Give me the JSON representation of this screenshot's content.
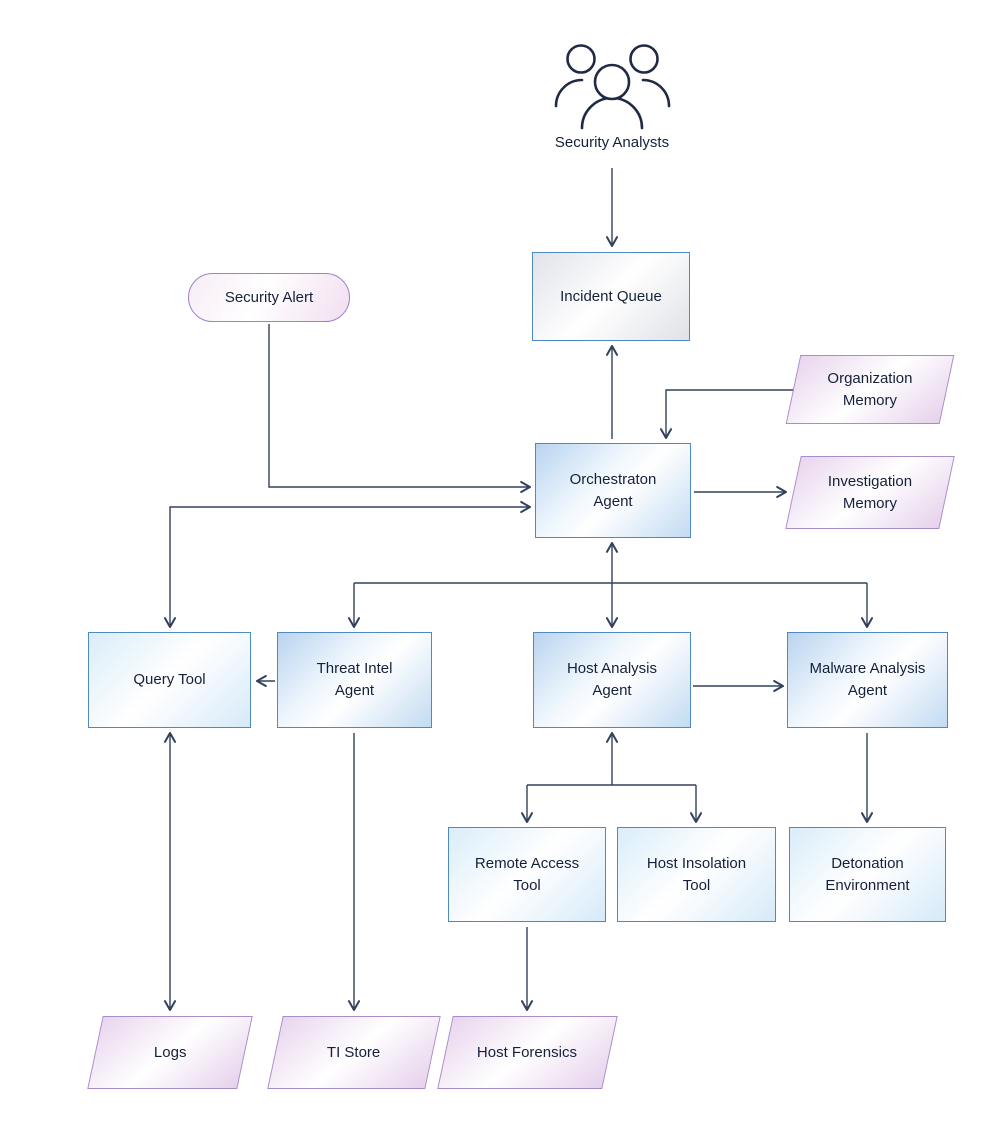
{
  "diagram": {
    "type": "flowchart",
    "nodes": {
      "security_analysts": "Security Analysts",
      "incident_queue": "Incident Queue",
      "orchestration_agent": "Orchestraton Agent",
      "security_alert": "Security Alert",
      "organization_memory": "Organization Memory",
      "investigation_memory": "Investigation Memory",
      "query_tool": "Query Tool",
      "threat_intel_agent": "Threat Intel Agent",
      "host_analysis_agent": "Host Analysis Agent",
      "malware_analysis_agent": "Malware Analysis Agent",
      "remote_access_tool": "Remote Access Tool",
      "host_isolation_tool": "Host Insolation Tool",
      "detonation_environment": "Detonation Environment",
      "logs": "Logs",
      "ti_store": "TI Store",
      "host_forensics": "Host Forensics"
    },
    "edges": [
      {
        "from": "Security Analysts",
        "to": "Incident Queue",
        "direction": "one-way"
      },
      {
        "from": "Orchestraton Agent",
        "to": "Incident Queue",
        "direction": "one-way"
      },
      {
        "from": "Organization Memory",
        "to": "Orchestraton Agent",
        "direction": "one-way"
      },
      {
        "from": "Orchestraton Agent",
        "to": "Investigation Memory",
        "direction": "one-way"
      },
      {
        "from": "Security Alert",
        "to": "Orchestraton Agent",
        "direction": "one-way"
      },
      {
        "from": "Orchestraton Agent",
        "to": "Query Tool",
        "direction": "two-way"
      },
      {
        "from": "Orchestraton Agent",
        "to": "Threat Intel Agent",
        "direction": "one-way"
      },
      {
        "from": "Orchestraton Agent",
        "to": "Host Analysis Agent",
        "direction": "two-way"
      },
      {
        "from": "Orchestraton Agent",
        "to": "Malware Analysis Agent",
        "direction": "one-way"
      },
      {
        "from": "Threat Intel Agent",
        "to": "Query Tool",
        "direction": "one-way"
      },
      {
        "from": "Host Analysis Agent",
        "to": "Malware Analysis Agent",
        "direction": "one-way"
      },
      {
        "from": "Host Analysis Agent",
        "to": "Remote Access Tool",
        "direction": "two-way"
      },
      {
        "from": "Host Analysis Agent",
        "to": "Host Insolation Tool",
        "direction": "one-way"
      },
      {
        "from": "Malware Analysis Agent",
        "to": "Detonation Environment",
        "direction": "one-way"
      },
      {
        "from": "Query Tool",
        "to": "Logs",
        "direction": "two-way"
      },
      {
        "from": "Threat Intel Agent",
        "to": "TI Store",
        "direction": "one-way"
      },
      {
        "from": "Remote Access Tool",
        "to": "Host Forensics",
        "direction": "one-way"
      }
    ],
    "colors": {
      "agent_box_border": "#4f89c2",
      "agent_box_fill": "#bcd6f0",
      "tool_box_fill": "#d9edf9",
      "queue_box_fill": "#e1e3e9",
      "memory_border": "#ab8cca",
      "memory_fill": "#e9d5ee",
      "alert_border": "#9c82c6",
      "alert_fill": "#f3dff1",
      "line": "#33415c",
      "text": "#15213b"
    }
  }
}
